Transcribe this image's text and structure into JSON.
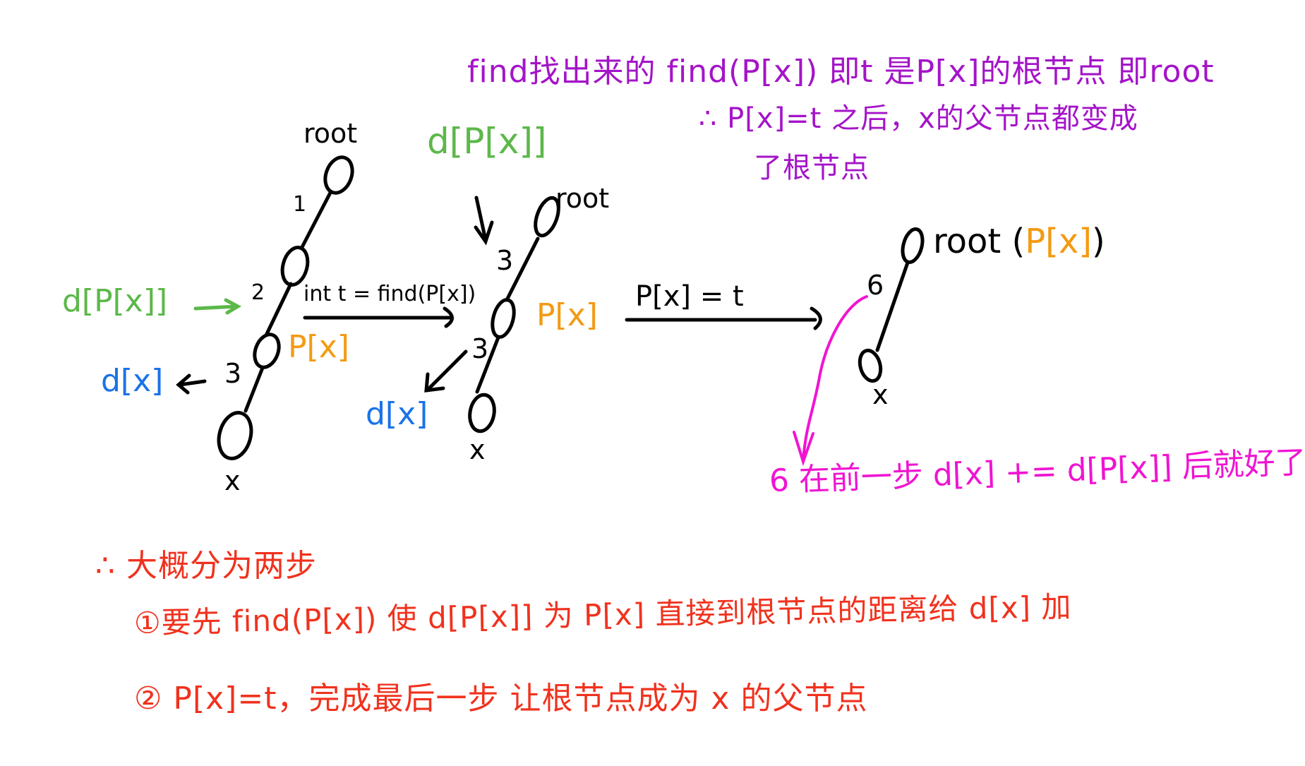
{
  "colors": {
    "ink": "#000000",
    "green": "#5cb84a",
    "blue": "#1a73e8",
    "orange": "#f39a12",
    "purple": "#a414c8",
    "magenta": "#f014d2",
    "red": "#f0321e"
  },
  "top_note": {
    "line1": "find找出来的 find(P[x]) 即t 是P[x]的根节点 即root",
    "line2": "∴ P[x]=t 之后，x的父节点都变成",
    "line3": "了根节点"
  },
  "tree1": {
    "root_label": "root",
    "edge_weights": [
      "1",
      "2",
      "3"
    ],
    "d_px_label": "d[P[x]]",
    "px_label": "P[x]",
    "dx_label": "d[x]",
    "x_label": "x"
  },
  "arrow1": {
    "label": "int t = find(P[x])"
  },
  "tree2": {
    "d_px_label": "d[P[x]]",
    "root_label": "root",
    "edge_weights": [
      "3",
      "3"
    ],
    "px_label": "P[x]",
    "dx_label": "d[x]",
    "x_label": "x"
  },
  "arrow2": {
    "label": "P[x] = t"
  },
  "tree3": {
    "root_label": "root (",
    "root_px_label": "P[x]",
    "root_close": ")",
    "edge_weight": "6",
    "x_label": "x"
  },
  "magenta_note": "6 在前一步 d[x] += d[P[x]] 后就好了",
  "summary": {
    "heading": "∴ 大概分为两步",
    "step1": "①要先 find(P[x]) 使 d[P[x]] 为 P[x] 直接到根节点的距离给 d[x] 加",
    "step2": "② P[x]=t，完成最后一步 让根节点成为 x 的父节点"
  }
}
